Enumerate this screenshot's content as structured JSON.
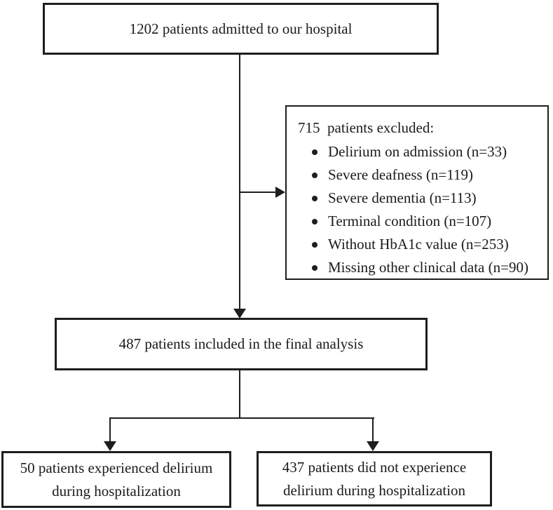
{
  "diagram": {
    "type": "patient-flowchart",
    "admitted_box": {
      "text": "1202 patients admitted to our hospital"
    },
    "excluded_box": {
      "title": "715  patients excluded:",
      "items": [
        "Delirium on admission (n=33)",
        "Severe deafness (n=119)",
        "Severe dementia (n=113)",
        "Terminal condition (n=107)",
        "Without HbA1c value (n=253)",
        "Missing other clinical data (n=90)"
      ]
    },
    "included_box": {
      "text": "487 patients included in the final analysis"
    },
    "delirium_box": {
      "line1": "50 patients experienced delirium",
      "line2": "during hospitalization"
    },
    "no_delirium_box": {
      "line1": "437 patients did not experience",
      "line2": "delirium during hospitalization"
    }
  },
  "colors": {
    "line": "#1e1e1e",
    "text": "#1b1b1b",
    "bg": "#ffffff"
  }
}
